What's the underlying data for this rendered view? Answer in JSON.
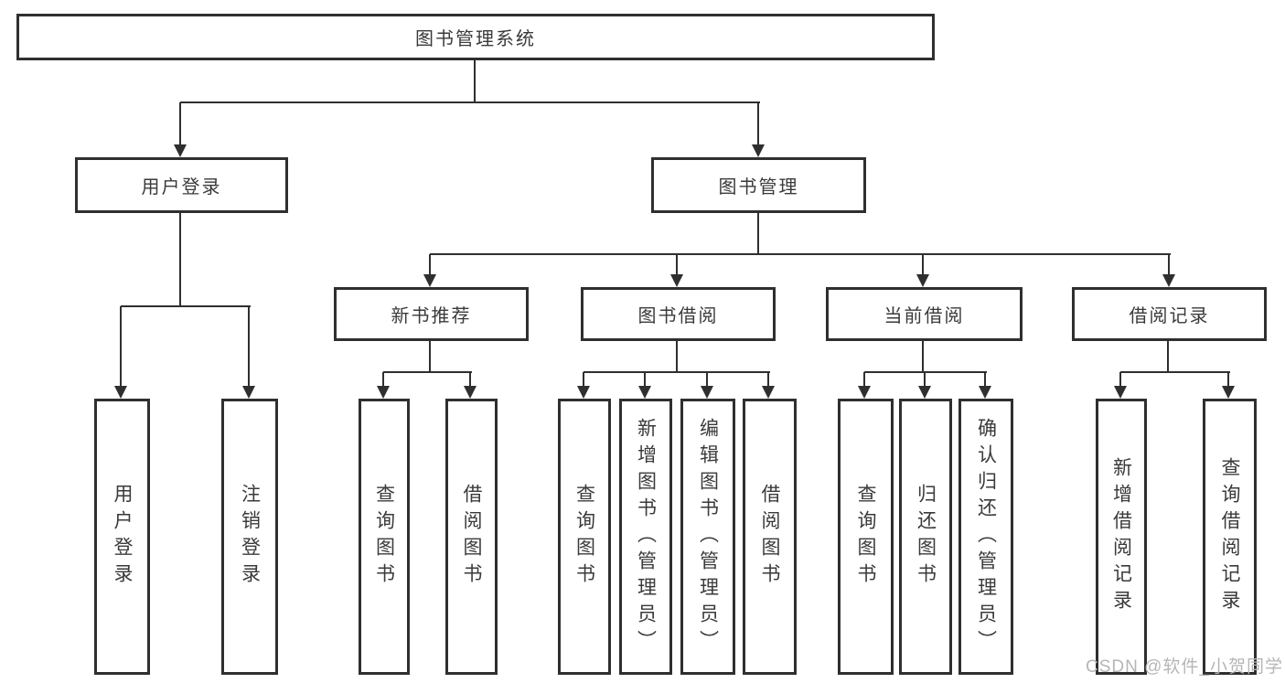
{
  "diagram": {
    "title": "图书管理系统",
    "branches": [
      {
        "label": "用户登录",
        "children": [
          "用户登录",
          "注销登录"
        ]
      },
      {
        "label": "图书管理",
        "sections": [
          {
            "label": "新书推荐",
            "children": [
              "查询图书",
              "借阅图书"
            ]
          },
          {
            "label": "图书借阅",
            "children": [
              "查询图书",
              "新增图书（管理员）",
              "编辑图书（管理员）",
              "借阅图书"
            ]
          },
          {
            "label": "当前借阅",
            "children": [
              "查询图书",
              "归还图书",
              "确认归还（管理员）"
            ]
          },
          {
            "label": "借阅记录",
            "children": [
              "新增借阅记录",
              "查询借阅记录"
            ]
          }
        ]
      }
    ]
  },
  "watermark": "CSDN @软件_小贺同学",
  "colors": {
    "line": "#2f2f2f",
    "text": "#3a3a3a",
    "background": "#ffffff",
    "watermark": "#b6b6b6"
  }
}
